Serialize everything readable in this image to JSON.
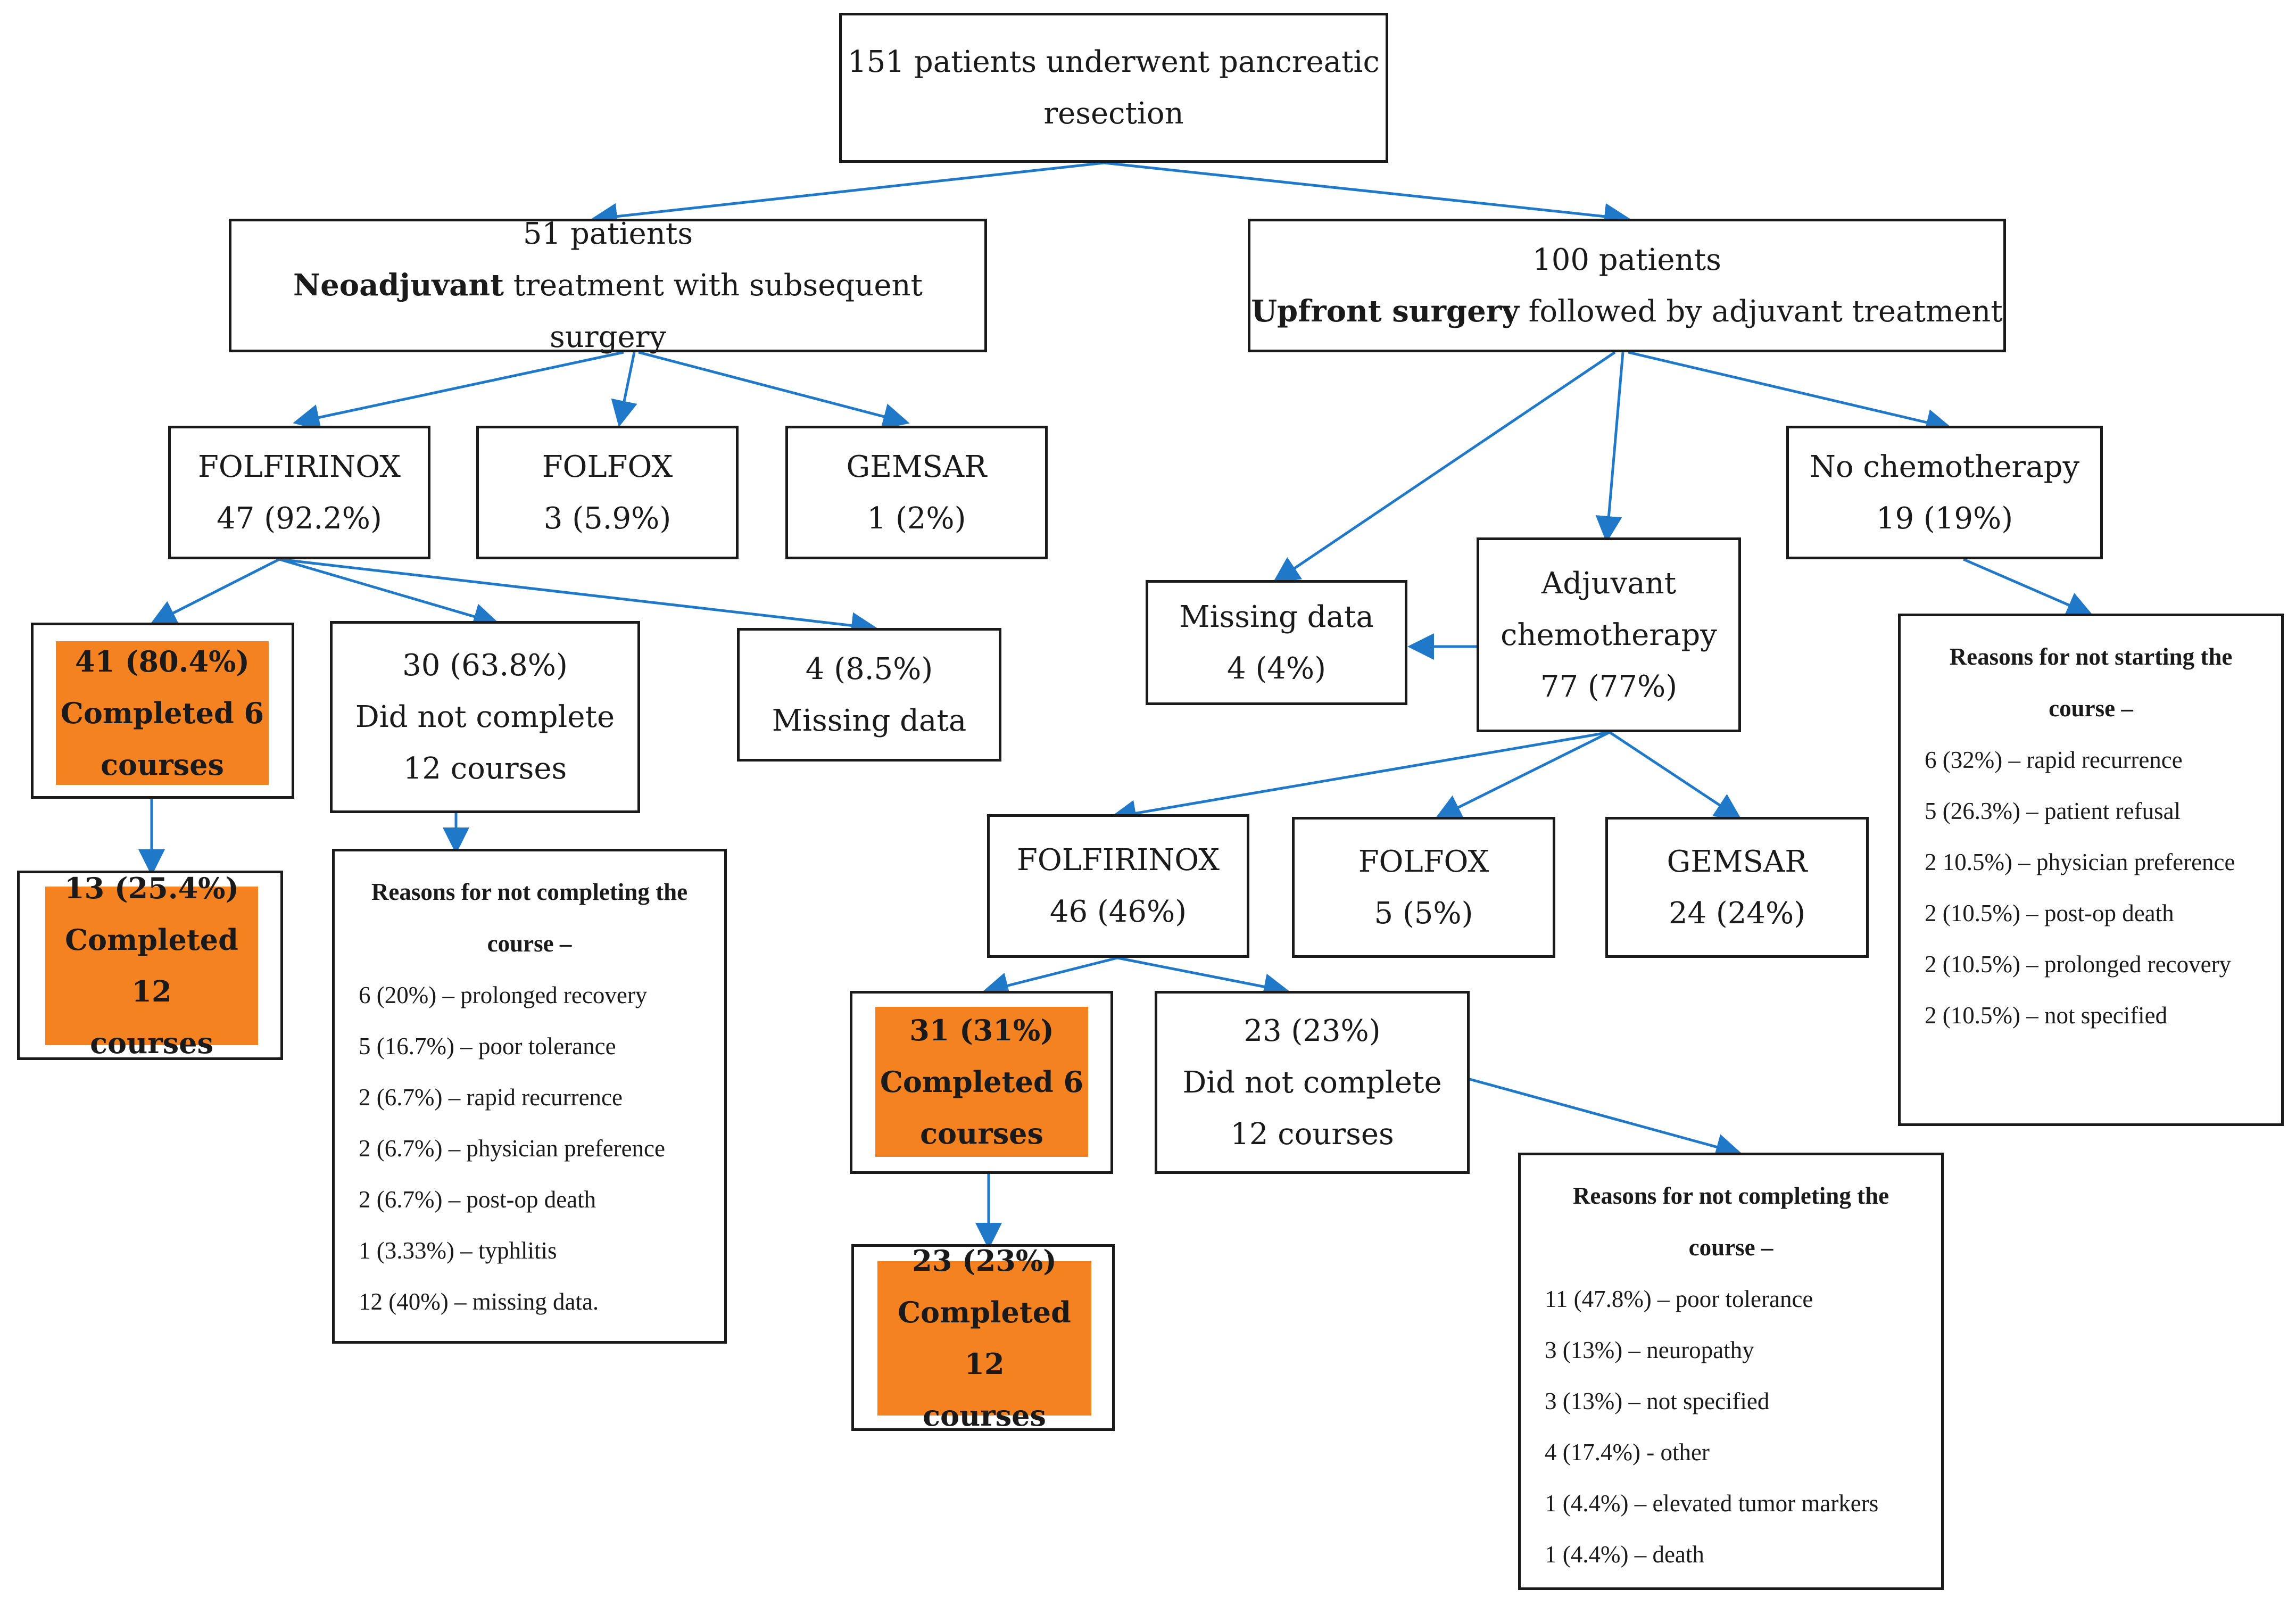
{
  "root": {
    "line1": "151 patients underwent pancreatic",
    "line2": "resection"
  },
  "neo": {
    "line1": "51 patients",
    "bold": "Neoadjuvant",
    "rest": " treatment with subsequent  surgery"
  },
  "upfront": {
    "line1": "100 patients",
    "bold": "Upfront surgery",
    "rest": " followed by adjuvant treatment"
  },
  "neo_folfirinox": {
    "name": "FOLFIRINOX",
    "value": "47 (92.2%)"
  },
  "neo_folfox": {
    "name": "FOLFOX",
    "value": "3 (5.9%)"
  },
  "neo_gemsar": {
    "name": "GEMSAR",
    "value": "1 (2%)"
  },
  "neo_completed6": {
    "line1": "41 (80.4%)",
    "line2": "Completed 6",
    "line3": "courses"
  },
  "neo_notcomplete": {
    "line1": "30 (63.8%)",
    "line2": "Did not complete",
    "line3": "12 courses"
  },
  "neo_missing": {
    "line1": "4 (8.5%)",
    "line2": "Missing data"
  },
  "neo_completed12": {
    "line1": "13 (25.4%)",
    "line2": "Completed 12",
    "line3": "courses"
  },
  "neo_reasons": {
    "title1": "Reasons for not completing the",
    "title2": "course –",
    "items": [
      "6 (20%) – prolonged recovery",
      "5 (16.7%) – poor tolerance",
      "2 (6.7%) – rapid recurrence",
      "2 (6.7%) – physician preference",
      "2 (6.7%) – post-op death",
      "1 (3.33%) – typhlitis",
      "12 (40%) – missing data."
    ]
  },
  "adj_missing": {
    "line1": "Missing  data",
    "line2": "4 (4%)"
  },
  "adj_chemo": {
    "line1": "Adjuvant",
    "line2": "chemotherapy",
    "line3": "77 (77%)"
  },
  "no_chemo": {
    "line1": "No chemotherapy",
    "line2": "19 (19%)"
  },
  "nochemo_reasons": {
    "title1": "Reasons for not starting the",
    "title2": "course –",
    "items": [
      "6 (32%) – rapid recurrence",
      "5 (26.3%) – patient refusal",
      "2 10.5%) – physician preference",
      "2 (10.5%) – post-op death",
      "2 (10.5%) – prolonged recovery",
      "2 (10.5%) – not specified"
    ]
  },
  "adj_folfirinox": {
    "name": "FOLFIRINOX",
    "value": "46 (46%)"
  },
  "adj_folfox": {
    "name": "FOLFOX",
    "value": "5 (5%)"
  },
  "adj_gemsar": {
    "name": "GEMSAR",
    "value": "24 (24%)"
  },
  "adj_completed6": {
    "line1": "31 (31%)",
    "line2": "Completed 6",
    "line3": "courses"
  },
  "adj_notcomplete": {
    "line1": "23 (23%)",
    "line2": "Did not complete",
    "line3": "12 courses"
  },
  "adj_completed12": {
    "line1": "23 (23%)",
    "line2": "Completed 12",
    "line3": "courses"
  },
  "adj_reasons": {
    "title1": "Reasons for not completing the",
    "title2": "course –",
    "items": [
      "11 (47.8%) – poor tolerance",
      "3 (13%) – neuropathy",
      "3 (13%) – not specified",
      "4 (17.4%) - other",
      "1 (4.4%) – elevated tumor markers",
      "1 (4.4%) – death"
    ]
  },
  "colors": {
    "arrow": "#1f78c8",
    "highlight": "#f58220",
    "border": "#1a1a1a"
  }
}
